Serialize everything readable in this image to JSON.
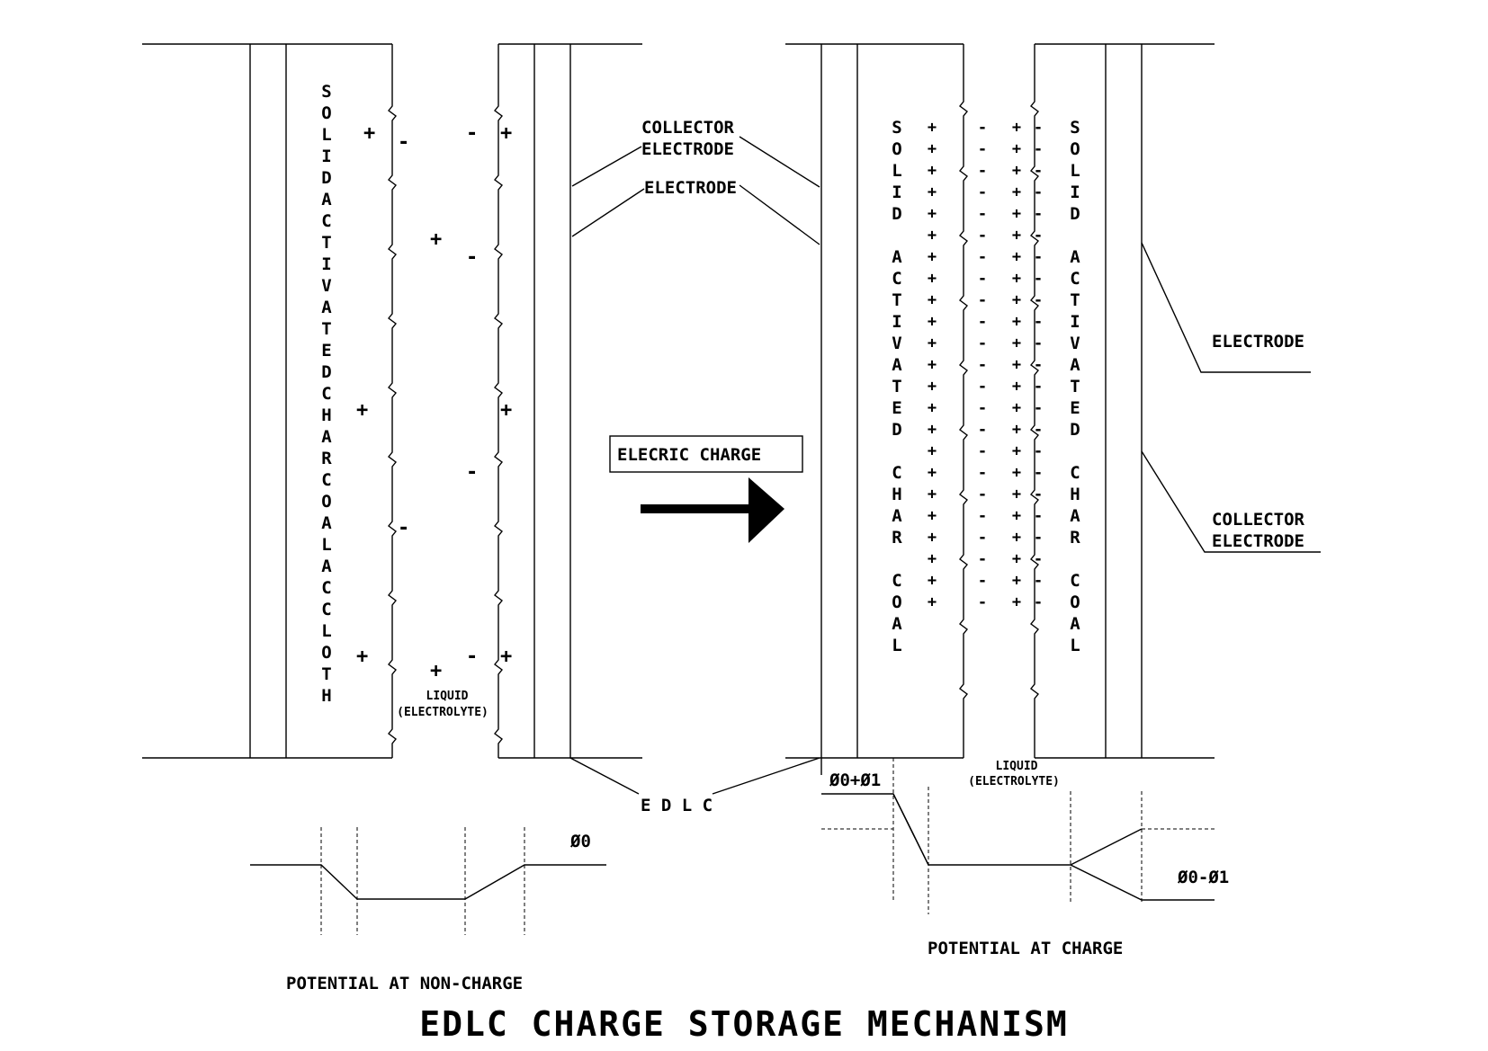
{
  "left_cell": {
    "material_label": "SOLIDACTIVATEDCHARCOALACCLOTH",
    "liquid_label_1": "LIQUID",
    "liquid_label_2": "(ELECTROLYTE)",
    "potential_label": "POTENTIAL AT NON-CHARGE",
    "phi_label": "Ø0"
  },
  "center": {
    "collector_label_1": "COLLECTOR",
    "collector_label_2": "ELECTRODE",
    "electrode_label": "ELECTRODE",
    "charge_box_label": "ELECRIC CHARGE",
    "edlc_label": "E D L C"
  },
  "right_cell": {
    "material_left": [
      "SOLID",
      "ACTIVATED",
      "CHAR",
      "COAL"
    ],
    "material_right": [
      "SOLID",
      "ACTIVATED",
      "CHAR",
      "COAL"
    ],
    "electrode_label": "ELECTRODE",
    "collector_label_1": "COLLECTOR",
    "collector_label_2": "ELECTRODE",
    "liquid_label_1": "LIQUID",
    "liquid_label_2": "(ELECTROLYTE)",
    "phi_plus_label": "Ø0+Ø1",
    "phi_minus_label": "Ø0-Ø1",
    "potential_label": "POTENTIAL AT CHARGE"
  },
  "title": "EDLC CHARGE STORAGE MECHANISM"
}
